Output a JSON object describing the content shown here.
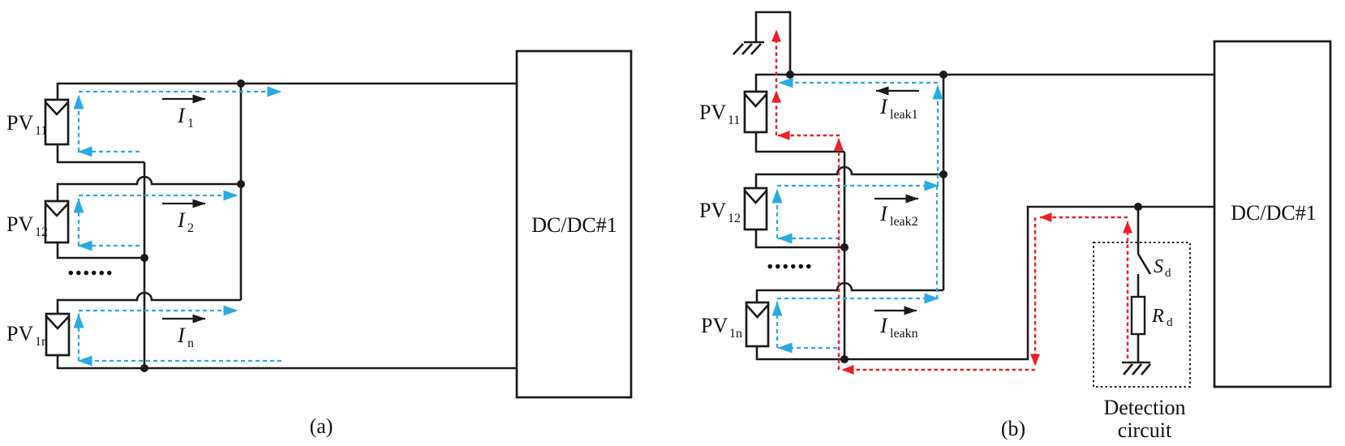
{
  "colors": {
    "background": "#ffffff",
    "wire": "#1a1a1a",
    "blue": "#29abe2",
    "red": "#ec2024"
  },
  "figure_a": {
    "caption": "(a)",
    "converter_label": "DC/DC#1",
    "ellipsis": "......",
    "panels": [
      {
        "base": "PV",
        "sub": "11"
      },
      {
        "base": "PV",
        "sub": "12"
      },
      {
        "base": "PV",
        "sub": "1n"
      }
    ],
    "currents": [
      {
        "base": "I",
        "sub": "1"
      },
      {
        "base": "I",
        "sub": "2"
      },
      {
        "base": "I",
        "sub": "n"
      }
    ]
  },
  "figure_b": {
    "caption": "(b)",
    "converter_label": "DC/DC#1",
    "ellipsis": "......",
    "panels": [
      {
        "base": "PV",
        "sub": "11"
      },
      {
        "base": "PV",
        "sub": "12"
      },
      {
        "base": "PV",
        "sub": "1n"
      }
    ],
    "currents": [
      {
        "base": "I",
        "sub": "leak1"
      },
      {
        "base": "I",
        "sub": "leak2"
      },
      {
        "base": "I",
        "sub": "leakn"
      }
    ],
    "switch_label": {
      "base": "S",
      "sub": "d"
    },
    "resistor_label": {
      "base": "R",
      "sub": "d"
    },
    "detection_caption": [
      "Detection",
      "circuit"
    ]
  }
}
